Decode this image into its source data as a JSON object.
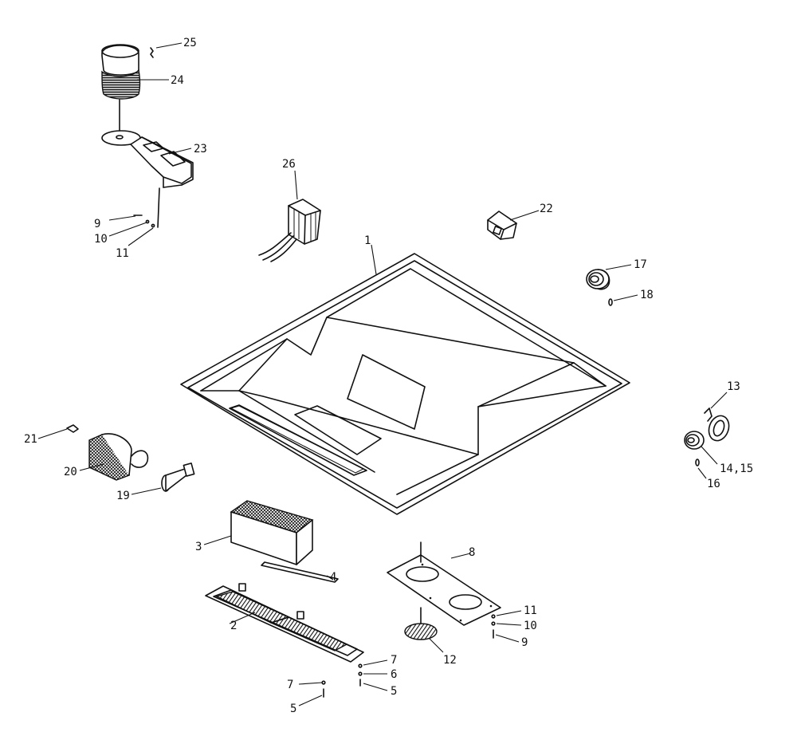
{
  "diagram": {
    "callouts": {
      "c1": "1",
      "c2": "2",
      "c3": "3",
      "c4": "4",
      "c5a": "5",
      "c5b": "5",
      "c6": "6",
      "c7a": "7",
      "c7b": "7",
      "c8": "8",
      "c9a": "9",
      "c9b": "9",
      "c10a": "10",
      "c10b": "10",
      "c11a": "11",
      "c11b": "11",
      "c12": "12",
      "c13": "13",
      "c1415": "14,15",
      "c16": "16",
      "c17": "17",
      "c18": "18",
      "c19": "19",
      "c20": "20",
      "c21": "21",
      "c22": "22",
      "c23": "23",
      "c24": "24",
      "c25": "25",
      "c26": "26"
    }
  }
}
